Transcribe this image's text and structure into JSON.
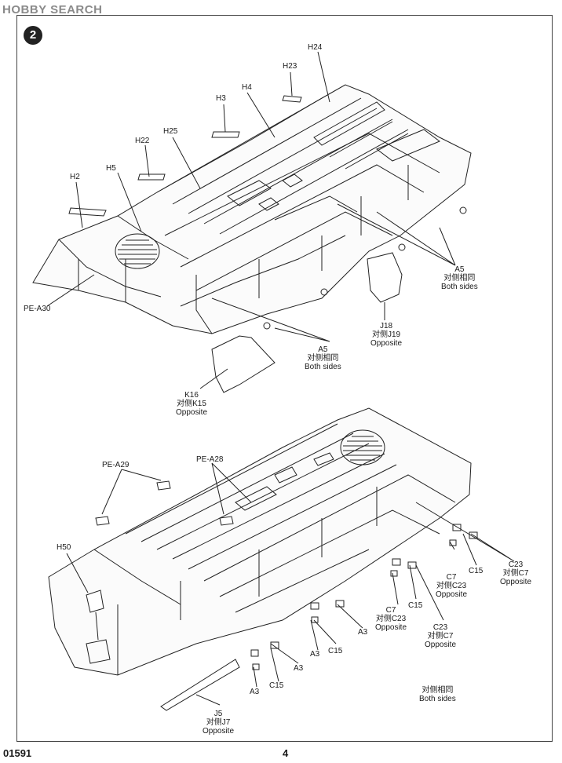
{
  "watermark": "HOBBY SEARCH",
  "step_number": "2",
  "catalog_number": "01591",
  "page_number": "4",
  "upper_view": {
    "labels": [
      "H24",
      "H23",
      "H4",
      "H3",
      "H25",
      "H22",
      "H5",
      "H2",
      "PE-A30"
    ],
    "callouts": {
      "a5_right": {
        "part": "A5",
        "note": "对侧相同",
        "note2": "Both sides"
      },
      "j18": {
        "part": "J18",
        "note": "对侧J19",
        "note2": "Opposite"
      },
      "a5_left": {
        "part": "A5",
        "note": "对侧相同",
        "note2": "Both sides"
      },
      "k16": {
        "part": "K16",
        "note": "对侧K15",
        "note2": "Opposite"
      }
    }
  },
  "lower_view": {
    "labels": [
      "PE-A29",
      "PE-A28",
      "H50"
    ],
    "c23_top": {
      "part": "C23",
      "note": "对侧C7",
      "note2": "Opposite"
    },
    "c15_top": "C15",
    "c7_mid": {
      "part": "C7",
      "note": "对侧C23",
      "note2": "Opposite"
    },
    "c15_mid": "C15",
    "c7_low": {
      "part": "C7",
      "note": "对侧C23",
      "note2": "Opposite"
    },
    "c23_low": {
      "part": "C23",
      "note": "对侧C7",
      "note2": "Opposite"
    },
    "a3_a": "A3",
    "a3_b": "A3",
    "c15_c": "C15",
    "a3_c": "A3",
    "c15_d": "C15",
    "a3_d": "A3",
    "both_sides": {
      "note": "对侧相同",
      "note2": "Both sides"
    },
    "j5": {
      "part": "J5",
      "note": "对侧J7",
      "note2": "Opposite"
    }
  }
}
